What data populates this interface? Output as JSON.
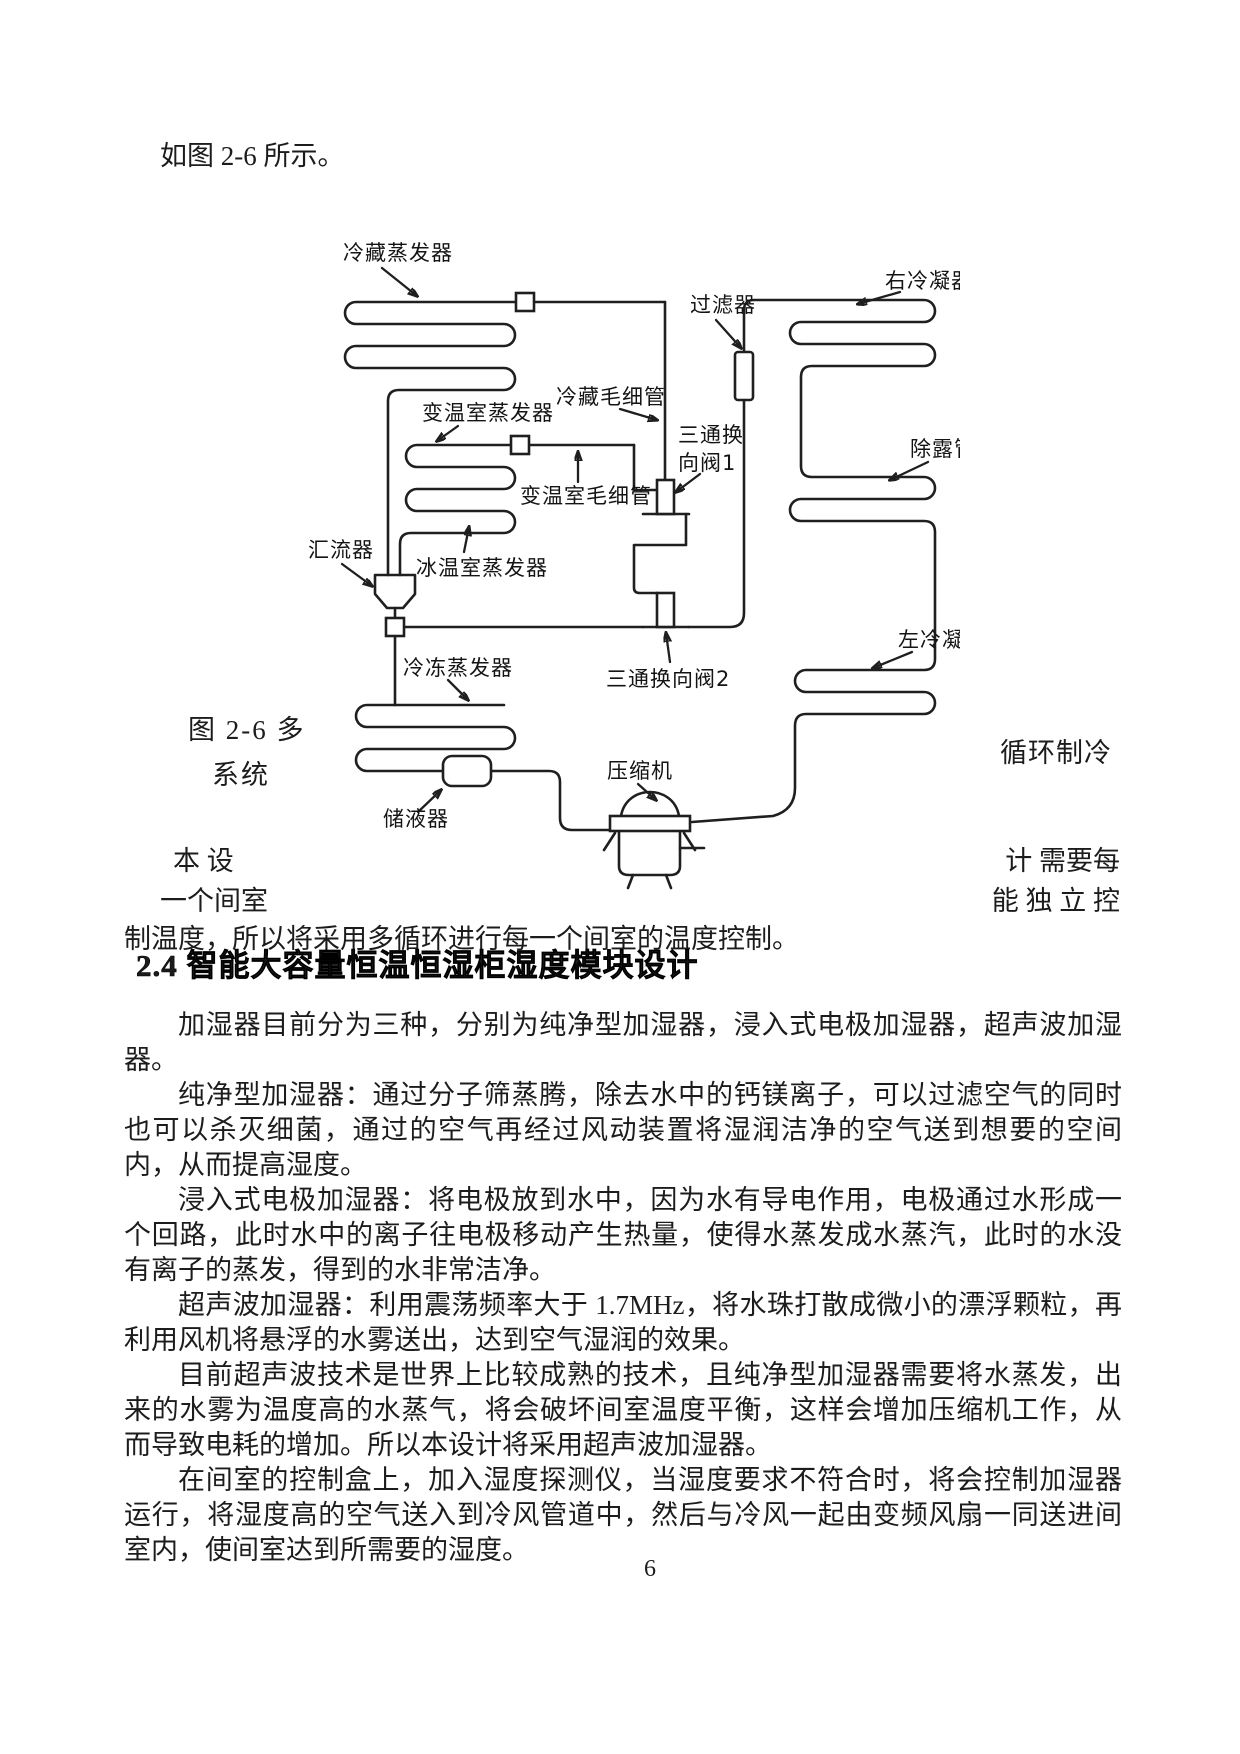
{
  "page": {
    "intro_line": "如图 2-6 所示。",
    "page_number": "6"
  },
  "figure": {
    "caption_left_top": "图 2-6 多",
    "caption_left_bottom": "系统",
    "caption_right": "循环制冷"
  },
  "diagram": {
    "labels": {
      "evap_fridge": "冷藏蒸发器",
      "filter": "过滤器",
      "cond_right": "右冷凝器",
      "cap_fridge": "冷藏毛细管",
      "valve1_l1": "三通换",
      "valve1_l2": "向阀1",
      "evap_var": "变温室蒸发器",
      "dew_pipe": "除露管",
      "cap_var": "变温室毛细管",
      "manifold": "汇流器",
      "evap_ice": "冰温室蒸发器",
      "cond_left": "左冷凝器",
      "evap_freeze": "冷冻蒸发器",
      "valve2": "三通换向阀2",
      "compressor": "压缩机",
      "accumulator": "储液器"
    }
  },
  "wrap_text": {
    "line1_left": "本 设",
    "line1_right": "计 需要每",
    "line2_left": "一个间室",
    "line2_right": "能 独 立 控",
    "line3": "制温度，所以将采用多循环进行每一个间室的温度控制。"
  },
  "section": {
    "heading": "2.4 智能大容量恒温恒湿柜湿度模块设计",
    "paragraphs": [
      "加湿器目前分为三种，分别为纯净型加湿器，浸入式电极加湿器，超声波加湿器。",
      "纯净型加湿器：通过分子筛蒸腾，除去水中的钙镁离子，可以过滤空气的同时也可以杀灭细菌，通过的空气再经过风动装置将湿润洁净的空气送到想要的空间内，从而提高湿度。",
      "浸入式电极加湿器：将电极放到水中，因为水有导电作用，电极通过水形成一个回路，此时水中的离子往电极移动产生热量，使得水蒸发成水蒸汽，此时的水没有离子的蒸发，得到的水非常洁净。",
      "超声波加湿器：利用震荡频率大于 1.7MHz，将水珠打散成微小的漂浮颗粒，再利用风机将悬浮的水雾送出，达到空气湿润的效果。",
      "目前超声波技术是世界上比较成熟的技术，且纯净型加湿器需要将水蒸发，出来的水雾为温度高的水蒸气，将会破坏间室温度平衡，这样会增加压缩机工作，从而导致电耗的增加。所以本设计将采用超声波加湿器。",
      "在间室的控制盒上，加入湿度探测仪，当湿度要求不符合时，将会控制加湿器运行，将湿度高的空气送入到冷风管道中，然后与冷风一起由变频风扇一同送进间室内，使间室达到所需要的湿度。"
    ]
  }
}
